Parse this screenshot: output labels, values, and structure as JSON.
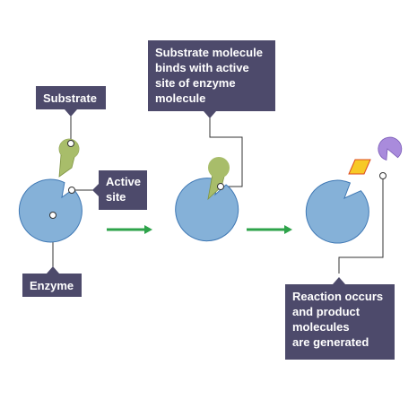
{
  "labels": {
    "substrate": "Substrate",
    "active_site": "Active\nsite",
    "enzyme": "Enzyme",
    "binding": "Substrate molecule\nbinds with active\nsite of enzyme\nmolecule",
    "reaction": "Reaction occurs\nand product\nmolecules\nare generated"
  },
  "colors": {
    "callout_fill": "#4d4a6b",
    "enzyme_fill": "#85b1d8",
    "enzyme_stroke": "#3f78b4",
    "substrate_fill": "#a8bd6a",
    "substrate_stroke": "#7f9443",
    "product_yellow": "#f7c927",
    "product_yellow_stroke": "#dd4a1f",
    "product_purple": "#a98bdc",
    "product_purple_stroke": "#7a5bb6",
    "arrow": "#2ea34a",
    "leader_line": "#333333"
  }
}
